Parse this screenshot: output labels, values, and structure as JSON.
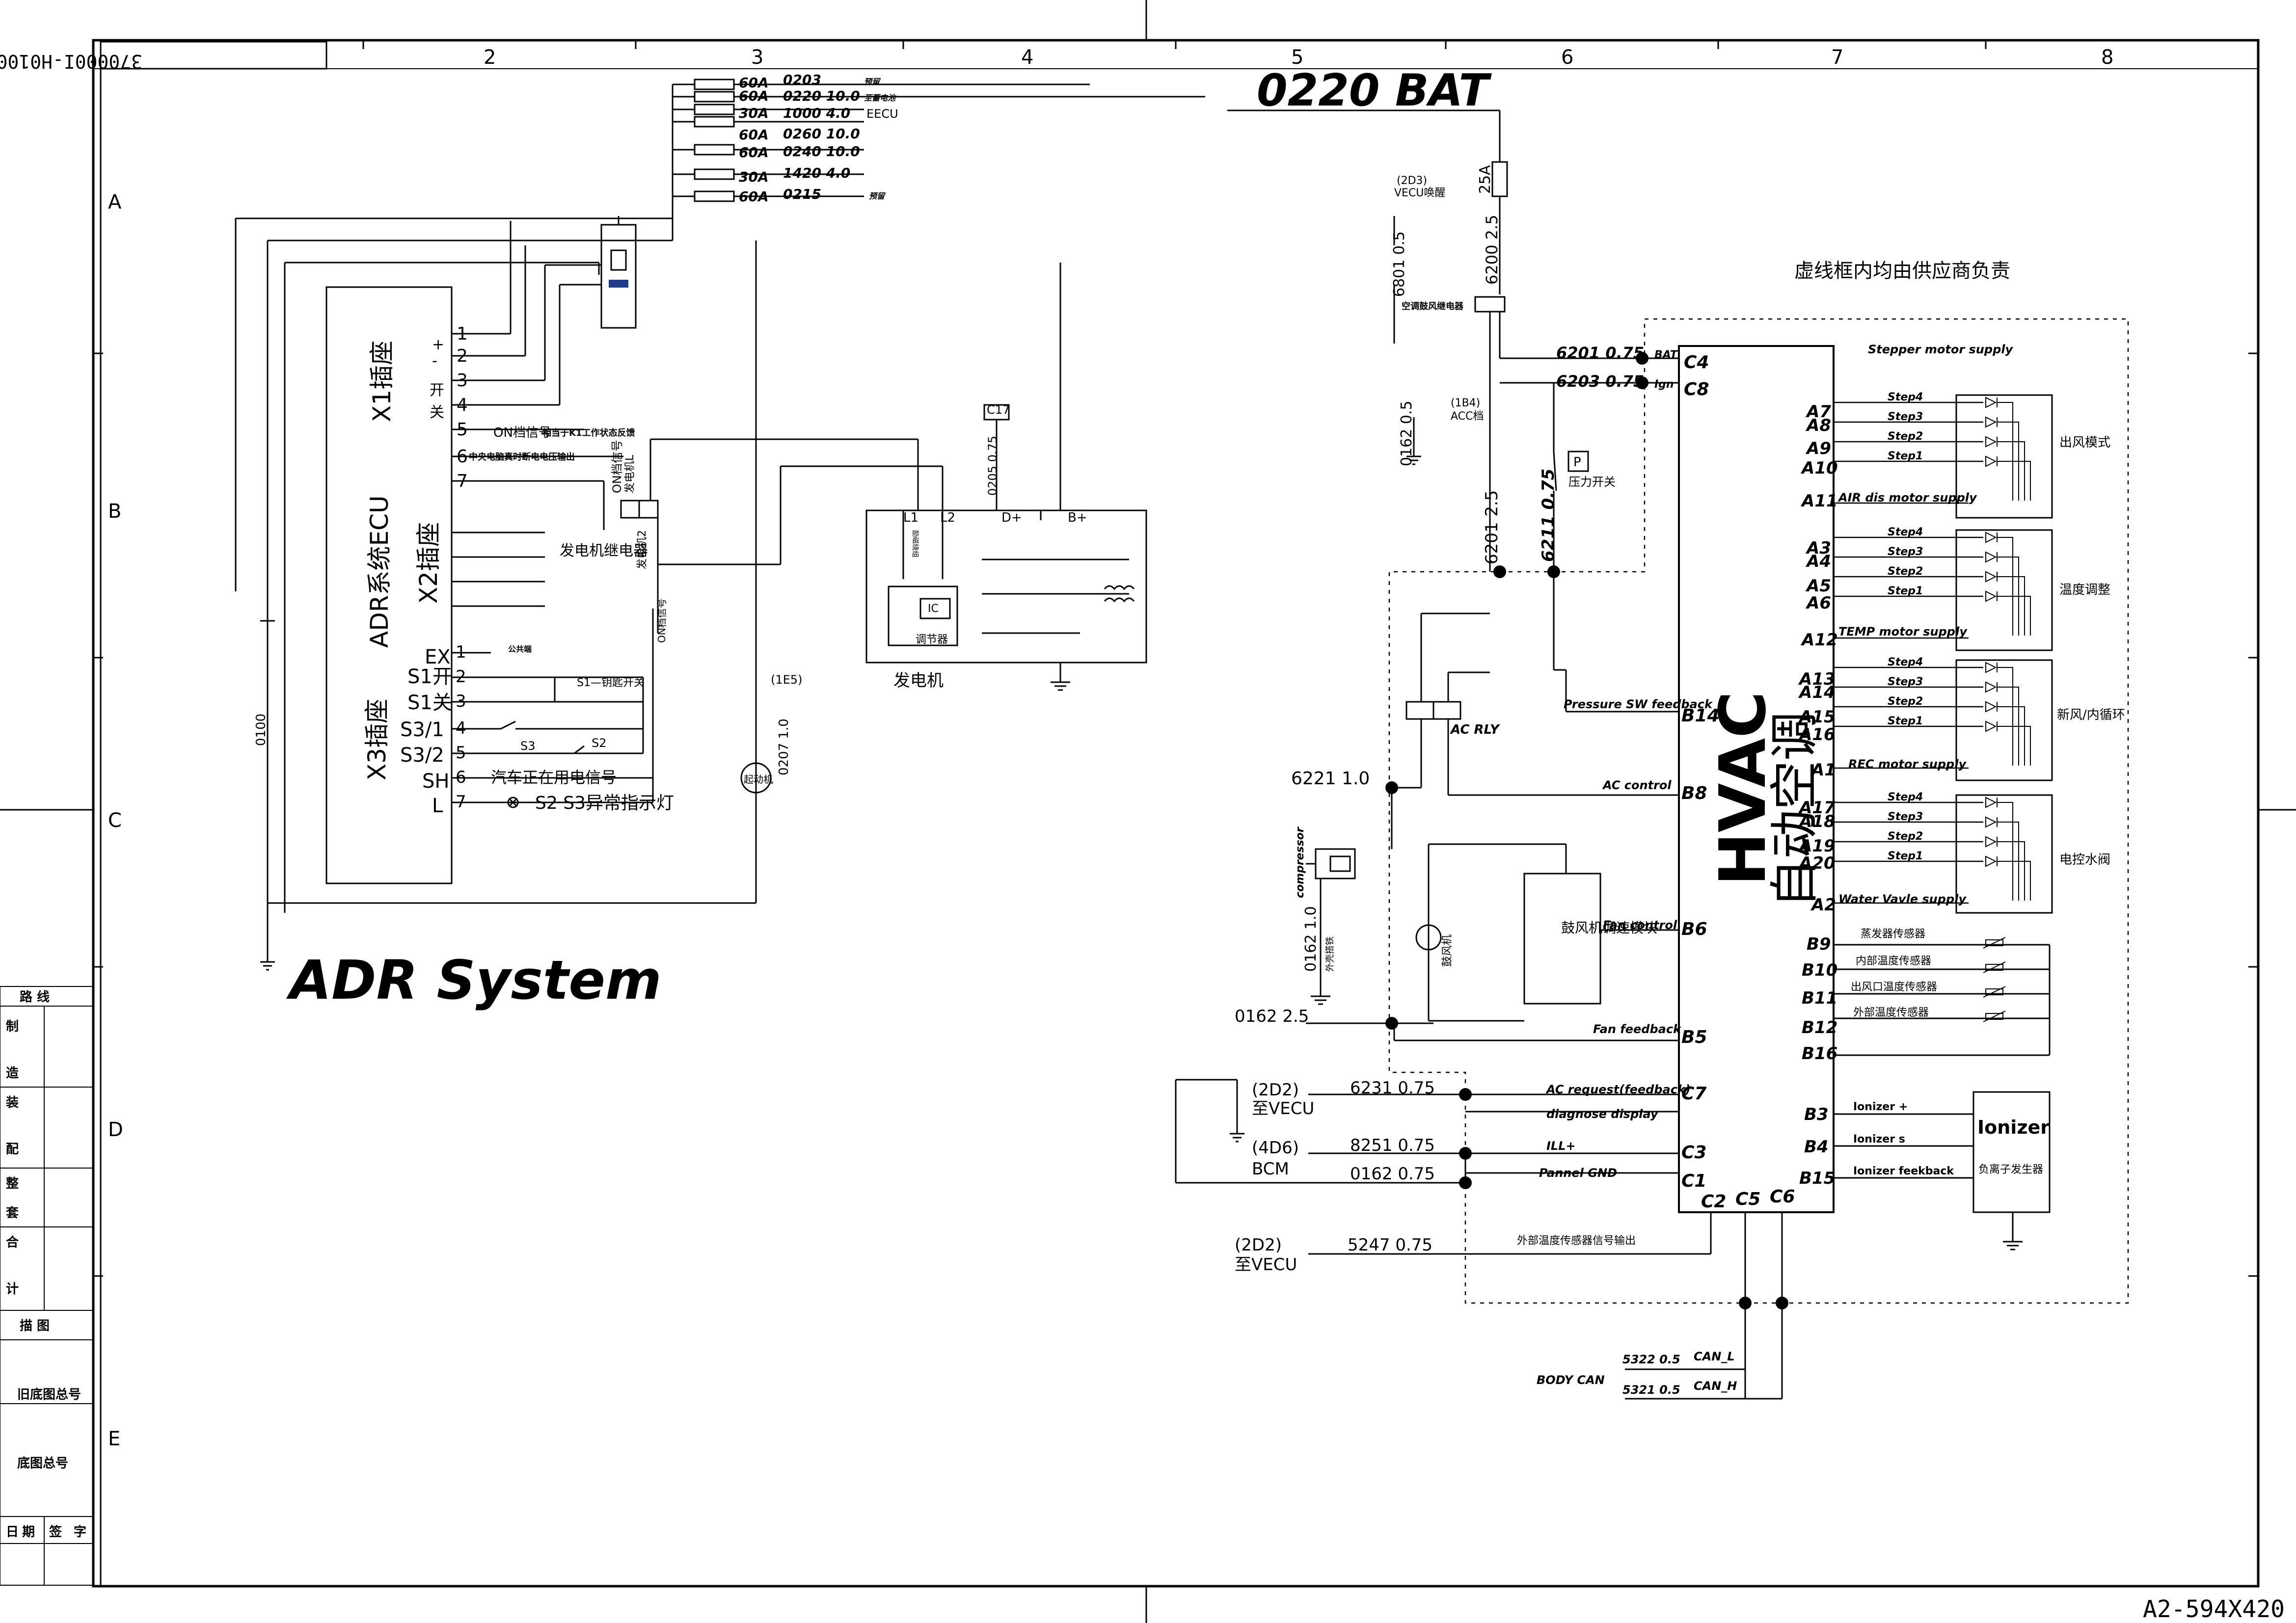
{
  "drawing_number": "370000I-H0100",
  "sheet_size": "A2-594X420",
  "column_labels": [
    "2",
    "3",
    "4",
    "5",
    "6",
    "7",
    "8"
  ],
  "row_labels": [
    "A",
    "B",
    "C",
    "D",
    "E"
  ],
  "left_block": {
    "heading": "路 线",
    "rows": [
      "制",
      "造",
      "装",
      "配",
      "整",
      "套",
      "合",
      "计"
    ],
    "drawing": "描 图",
    "old_base_no": "旧底图总号",
    "base_no": "底图总号",
    "date_sign": [
      "日",
      "期",
      "签",
      "字"
    ]
  },
  "titles": {
    "adr": "ADR System",
    "bat": "0220 BAT",
    "supplier_note": "虚线框内均由供应商负责"
  },
  "fuses": [
    {
      "rating": "60A",
      "wire": "0203",
      "note": "预留"
    },
    {
      "rating": "60A",
      "wire": "0220 10.0",
      "note": "至蓄电池"
    },
    {
      "rating": "30A",
      "wire": "1000 4.0",
      "note": "EECU"
    },
    {
      "rating": "60A",
      "wire": "0260 10.0",
      "note": ""
    },
    {
      "rating": "60A",
      "wire": "0240 10.0",
      "note": ""
    },
    {
      "rating": "30A",
      "wire": "1420 4.0",
      "note": ""
    },
    {
      "rating": "60A",
      "wire": "0215",
      "note": "预留"
    }
  ],
  "adr": {
    "ecu_label": "ADR系统ECU",
    "x1": "X1插座",
    "x2": "X2插座",
    "x3": "X3插座",
    "x1_pins": [
      "1",
      "2",
      "3",
      "4",
      "5",
      "6",
      "7"
    ],
    "x1_signs": [
      "+",
      "-",
      "开",
      "关"
    ],
    "x1_pin5_text": "ON档信号",
    "x1_pin5_note": "相当于K1工作状态反馈",
    "x1_pin6_text": "中央电脑真时断电电压输出",
    "gen_relay": "发电机继电器",
    "on_signal": "ON档信号",
    "gen_l": "发电机L",
    "gen_2": "发电机2",
    "on_gear": "ON档信号",
    "x3_pins": [
      "1",
      "2",
      "3",
      "4",
      "5",
      "6",
      "7"
    ],
    "x3_labels": [
      "EX",
      "S1开",
      "S1关",
      "S3/1",
      "S3/2",
      "SH",
      "L"
    ],
    "x3_pin1_text": "公共端",
    "s1_switch": "S1—钥匙开关",
    "s3": "S3",
    "s2": "S2",
    "x3_pin6_text": "汽车正在用电信号",
    "x3_pin7_text": "S2 S3异常指示灯",
    "wire_0100": "0100",
    "starter": "起动机",
    "wire_0207": "0207 1.0",
    "ref_1e5": "(1E5)",
    "ref_c17": "C17",
    "wire_0205": "0205 0.75",
    "alternator": "发电机",
    "alt_pins": [
      "L1",
      "L2",
      "D+",
      "B+"
    ],
    "ic": "IC",
    "regulator": "调节器",
    "excite": "励磁绕组"
  },
  "hvac": {
    "fuse_25a": "25A",
    "wire_6200": "6200 2.5",
    "vecu_ref": "(2D3)",
    "vecu_label": "VECU唤醒",
    "wire_6801": "6801 0.5",
    "relay_label": "空调鼓风继电器",
    "wire_6201a": "6201 0.75",
    "wire_6203": "6203 0.75",
    "bat": "BAT",
    "ign": "Ign",
    "acc_ref": "(1B4)",
    "acc_label": "ACC档",
    "wire_0162a": "0162 0.5",
    "p_switch": "P",
    "pressure_switch": "压力开关",
    "wire_6211": "6211 0.75",
    "wire_6201b": "6201 2.5",
    "ac_rly": "AC RLY",
    "wire_6221": "6221 1.0",
    "compressor": "compressor",
    "wire_0162b": "0162 1.0",
    "ext_ground": "外壳搭铁",
    "blower_module": "鼓风机调速模块",
    "blower": "鼓风机",
    "wire_0162c": "0162 2.5",
    "hvac_title": "HVAC",
    "hvac_cn": "自动空调",
    "pin_c4": "C4",
    "pin_c8": "C8",
    "pin_b14": "B14",
    "pin_b8": "B8",
    "pin_b6": "B6",
    "pin_b5": "B5",
    "pin_c7": "C7",
    "pin_c3": "C3",
    "pin_c1": "C1",
    "pin_c2": "C2",
    "pin_c5": "C5",
    "pin_c6": "C6",
    "sig_pressure": "Pressure SW feedback",
    "sig_ac_control": "AC control",
    "sig_fan_control": "Fan control",
    "sig_fan_feedback": "Fan feedback",
    "sig_ac_request": "AC request(feedback)",
    "sig_diagnose": "diagnose display",
    "sig_ill": "ILL+",
    "sig_pannel": "Pannel GND",
    "vecu1_ref": "(2D2)",
    "vecu1": "至VECU",
    "wire_6231": "6231 0.75",
    "bcm_ref": "(4D6)",
    "bcm": "BCM",
    "wire_8251": "8251 0.75",
    "wire_0162d": "0162 0.75",
    "vecu2_ref": "(2D2)",
    "vecu2": "至VECU",
    "wire_5247": "5247 0.75",
    "ext_temp_out": "外部温度传感器信号输出",
    "body_can": "BODY CAN",
    "can_l_wire": "5322 0.5",
    "can_l": "CAN_L",
    "can_h_wire": "5321 0.5",
    "can_h": "CAN_H",
    "stepper_title": "Stepper motor supply",
    "groups": [
      {
        "pins": [
          "A7",
          "A8",
          "A9",
          "A10"
        ],
        "supply_pin": "A11",
        "supply": "AIR dis motor supply",
        "name": "出风模式"
      },
      {
        "pins": [
          "A3",
          "A4",
          "A5",
          "A6"
        ],
        "supply_pin": "A12",
        "supply": "TEMP motor supply",
        "name": "温度调整"
      },
      {
        "pins": [
          "A13",
          "A14",
          "A15",
          "A16"
        ],
        "supply_pin": "A1",
        "supply": "REC motor supply",
        "name": "新风/内循环"
      },
      {
        "pins": [
          "A17",
          "A18",
          "A19",
          "A20"
        ],
        "supply_pin": "A2",
        "supply": "Water Vavle supply",
        "name": "电控水阀"
      }
    ],
    "steps": [
      "Step4",
      "Step3",
      "Step2",
      "Step1"
    ],
    "sensors": [
      {
        "pin": "B9",
        "name": "蒸发器传感器"
      },
      {
        "pin": "B10",
        "name": "内部温度传感器"
      },
      {
        "pin": "B11",
        "name": "出风口温度传感器"
      },
      {
        "pin": "B12",
        "name": "外部温度传感器"
      },
      {
        "pin": "B16",
        "name": ""
      }
    ],
    "ionizer_pins": [
      {
        "pin": "B3",
        "label": "Ionizer +"
      },
      {
        "pin": "B4",
        "label": "Ionizer s"
      },
      {
        "pin": "B15",
        "label": "Ionizer feekback"
      }
    ],
    "ionizer_title": "Ionizer",
    "ionizer_cn": "负离子发生器"
  }
}
